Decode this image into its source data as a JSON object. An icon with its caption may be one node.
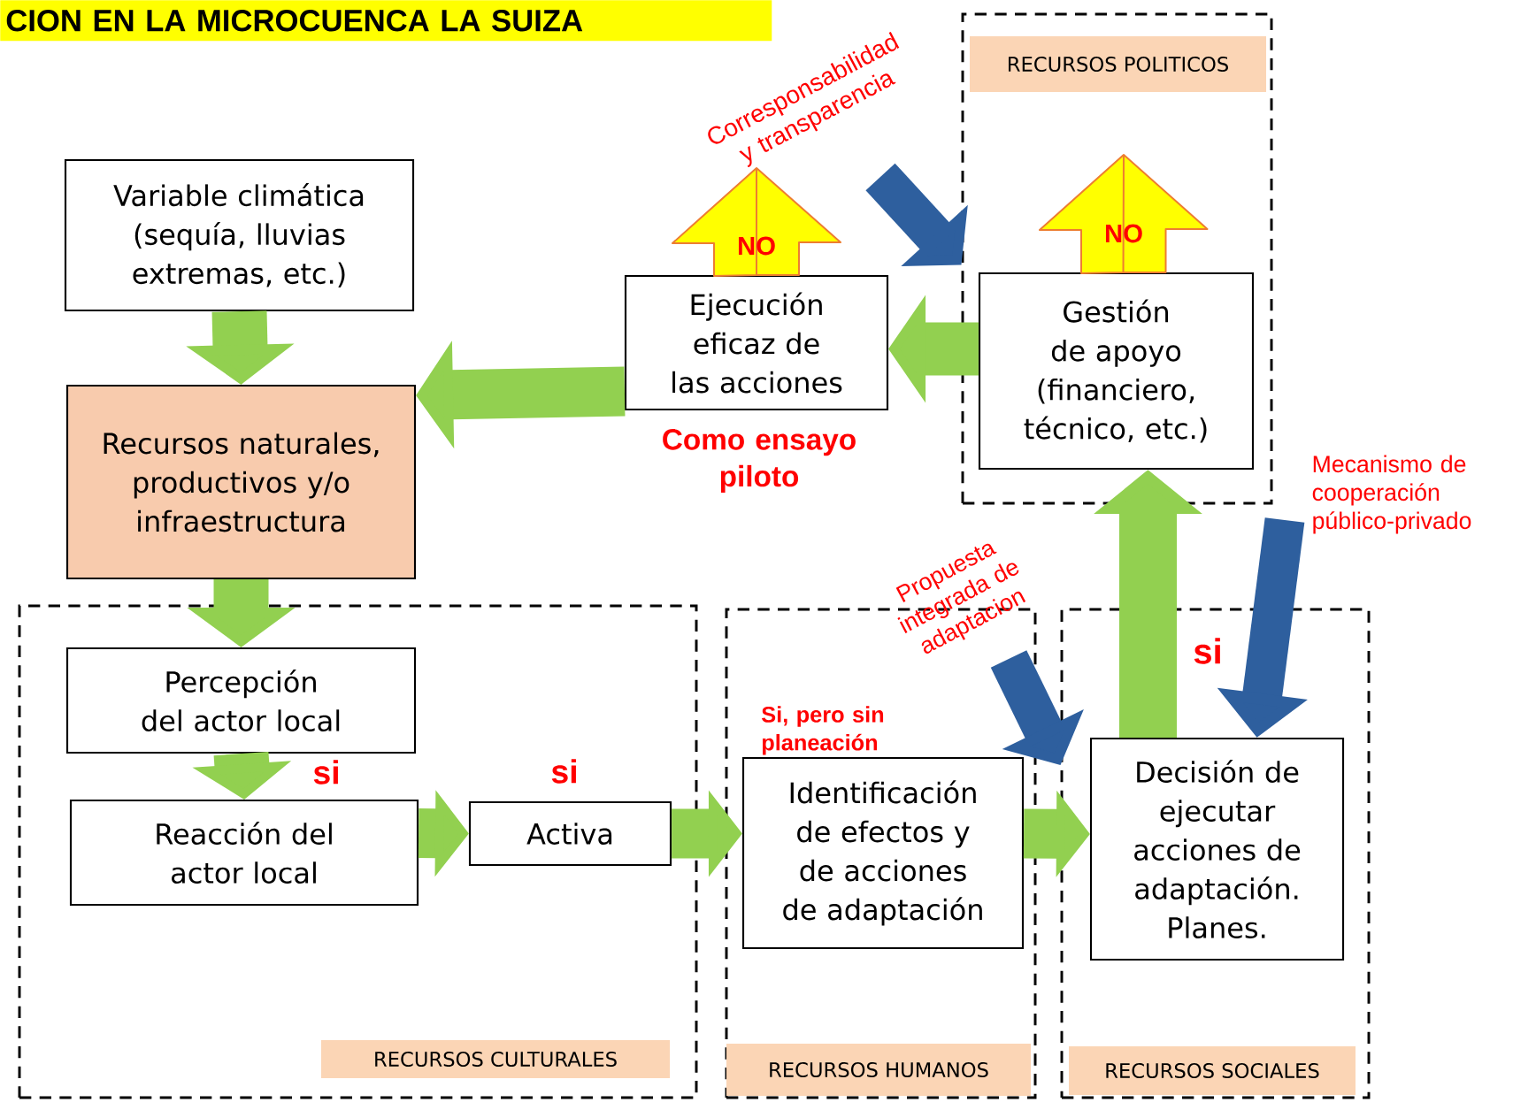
{
  "diagram": {
    "title": "CION EN LA MICROCUENCA LA SUIZA",
    "nodes": [
      {
        "text": [
          "RECURSOS POLITICOS"
        ]
      },
      {
        "text": [
          "RECURSOS CULTURALES"
        ]
      },
      {
        "text": [
          "RECURSOS HUMANOS"
        ]
      },
      {
        "text": [
          "RECURSOS SOCIALES"
        ]
      },
      {
        "text": [
          "Variable climática (sequía, lluvias extremas, etc.)"
        ]
      },
      {
        "text": [
          "Recursos naturales, productivos y/o infraestructura"
        ]
      },
      {
        "text": [
          "Percepción del actor local"
        ],
        "in": 1
      },
      {
        "text": [
          "Reacción del actor local"
        ],
        "in": 1
      },
      {
        "text": [
          "Activa"
        ],
        "in": 1,
        "beside": [
          "si"
        ]
      },
      {
        "text": [
          "Identificación de efectos y de acciones de adaptación"
        ],
        "in": 2,
        "beside": [
          "Si, pero sin planeación"
        ]
      },
      {
        "text": [
          "Decisión de ejecutar acciones de adaptación. Planes."
        ],
        "in": 3
      },
      {
        "text": [
          "Ejecución eficaz de las acciones"
        ],
        "beside": [
          "Como ensayo piloto"
        ]
      },
      {
        "text": [
          "Gestión de apoyo (financiero, técnico, etc.)"
        ],
        "in": 0
      }
    ],
    "edges": [
      {
        "from": 4,
        "to": 5,
        "arrow": "to"
      },
      {
        "from": 5,
        "to": 6,
        "arrow": "to"
      },
      {
        "from": 6,
        "to": 7,
        "arrow": "to",
        "label": "si"
      },
      {
        "from": 7,
        "to": 8,
        "arrow": "to"
      },
      {
        "from": 8,
        "to": 9,
        "arrow": "to"
      },
      {
        "from": 9,
        "to": 10,
        "arrow": "to"
      },
      {
        "from": 10,
        "to": 12,
        "arrow": "to",
        "label": "si"
      },
      {
        "from": 12,
        "to": 11,
        "arrow": "to"
      },
      {
        "from": 11,
        "to": 5,
        "arrow": "to"
      },
      {
        "from": 11,
        "to": null,
        "arrow": "to",
        "label": "NO",
        "color": "#ffff00"
      },
      {
        "from": 12,
        "to": null,
        "arrow": "to",
        "label": "NO",
        "color": "#ffff00"
      },
      {
        "from": null,
        "to": 0,
        "arrow": "to",
        "label": "Corresponsabilidad y transparencia",
        "color": "#2e5f9e"
      },
      {
        "from": null,
        "to": 10,
        "arrow": "to",
        "label": "Mecanismo de cooperación público-privado",
        "color": "#2e5f9e"
      },
      {
        "from": null,
        "to": 3,
        "arrow": "to",
        "label": "Propuesta integrada de adaptacion",
        "color": "#2e5f9e"
      }
    ]
  }
}
